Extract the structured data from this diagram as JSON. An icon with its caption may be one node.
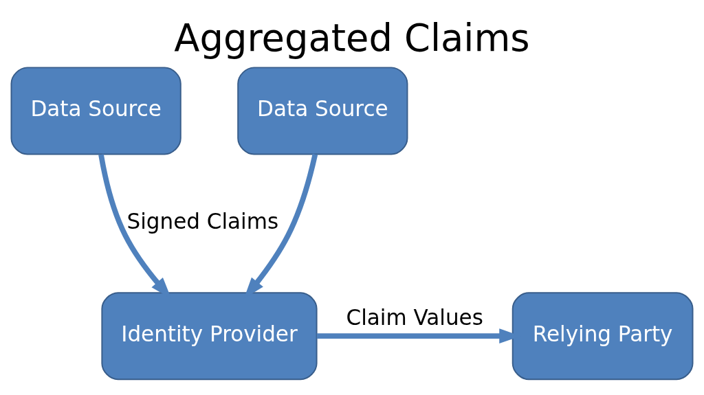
{
  "diagram": {
    "title": "Aggregated Claims",
    "nodes": [
      {
        "text": [
          "Data Source"
        ]
      },
      {
        "text": [
          "Data Source"
        ]
      },
      {
        "text": [
          "Identity Provider"
        ]
      },
      {
        "text": [
          "Relying Party"
        ]
      }
    ],
    "edges": [
      {
        "from": 0,
        "to": 2,
        "arrow": "to",
        "label": "Signed Claims"
      },
      {
        "from": 1,
        "to": 2,
        "arrow": "to"
      },
      {
        "from": 2,
        "to": 3,
        "arrow": "to",
        "label": "Claim Values"
      }
    ]
  }
}
